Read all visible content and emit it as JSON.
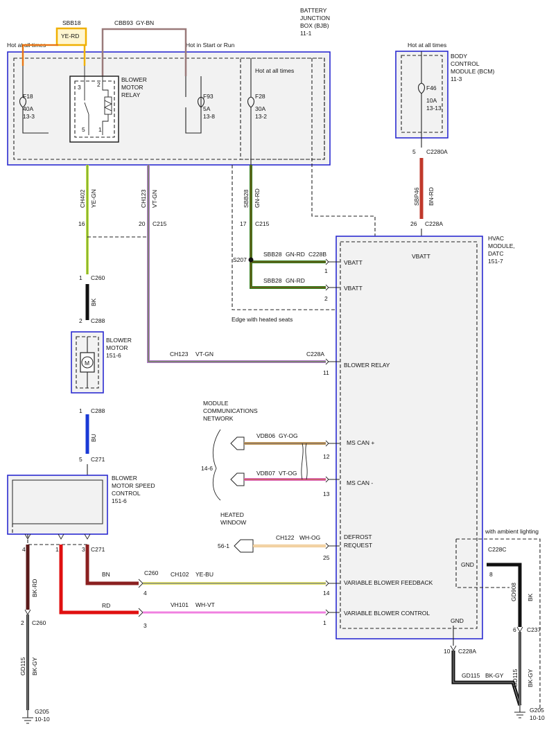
{
  "colors": {
    "box_border": "#2a2ad0",
    "box_fill": "#f2f2f2",
    "wire_ye_gn": "#c8e04a",
    "wire_vt_gn": "#b07ac8",
    "wire_gn_rd": "#2e7d1a",
    "wire_bn_rd": "#c0392b",
    "wire_bk": "#111111",
    "wire_bu": "#1a3ad6",
    "wire_gy_og": "#c8a060",
    "wire_vt_og": "#e070c0",
    "wire_wh_og": "#e8b060",
    "wire_ye_bu": "#e8e040",
    "wire_wh_vt": "#f080e0",
    "wire_bn": "#8b2020",
    "wire_rd": "#e01010",
    "wire_bk_rd": "#5a1a1a",
    "wire_bk_gy": "#333333",
    "wire_gy_bn": "#9a7a7a",
    "wire_ye_rd": "#f0b000"
  },
  "bjb": {
    "title": "BATTERY JUNCTION BOX (BJB)",
    "title_l1": "BATTERY",
    "title_l2": "JUNCTION",
    "title_l3": "BOX (BJB)",
    "ref": "11-1",
    "hot_all_times": "Hot at all times",
    "hot_start_run": "Hot in Start or Run",
    "hot_all_times_2": "Hot at all times",
    "sbb18": "SBB18",
    "ye_rd": "YE-RD",
    "cbb93": "CBB93",
    "gy_bn": "GY-BN",
    "f18": "F18",
    "f18_amp": "40A",
    "f18_ref": "13-3",
    "f93": "F93",
    "f93_amp": "5A",
    "f93_ref": "13-8",
    "f28": "F28",
    "f28_amp": "30A",
    "f28_ref": "13-2",
    "relay_l1": "BLOWER",
    "relay_l2": "MOTOR",
    "relay_l3": "RELAY",
    "pin3": "3",
    "pin2": "2",
    "pin5": "5",
    "pin1": "1"
  },
  "bcm": {
    "hot": "Hot at all times",
    "l1": "BODY",
    "l2": "CONTROL",
    "l3": "MODULE (BCM)",
    "ref": "11-3",
    "fuse": "F46",
    "amp": "10A",
    "fuse_ref": "13-13",
    "pin": "5",
    "conn": "C2280A",
    "wire": "SBP46",
    "wire_color": "BN-RD",
    "pin26": "26",
    "c228a": "C228A"
  },
  "wires": {
    "ch402": "CH402",
    "ye_gn": "YE-GN",
    "ch123": "CH123",
    "vt_gn": "VT-GN",
    "sbb28": "SBB28",
    "gn_rd": "GN-RD",
    "pin16": "16",
    "pin20": "20",
    "c215a": "C215",
    "pin17": "17",
    "c215b": "C215",
    "s207": "S207",
    "sbb28_a": "SBB28",
    "gn_rd_a": "GN-RD",
    "c228b": "C228B",
    "sbb28_b": "SBB28",
    "gn_rd_b": "GN-RD",
    "edge": "Edge with heated seats",
    "p1": "1",
    "p2": "2",
    "pin1_c260": "1",
    "c260": "C260",
    "bk": "BK",
    "pin2_c288": "2",
    "c288": "C288",
    "ch123_h": "CH123",
    "vt_gn_h": "VT-GN",
    "c228a_h": "C228A",
    "p11": "11",
    "pin1_c288b": "1",
    "c288b": "C288",
    "bu": "BU",
    "pin5_c271": "5",
    "c271": "C271"
  },
  "blower_motor": {
    "l1": "BLOWER",
    "l2": "MOTOR",
    "ref": "151-6",
    "symbol": "M"
  },
  "mcn": {
    "l1": "MODULE",
    "l2": "COMMUNICATIONS",
    "l3": "NETWORK",
    "ref": "14-6",
    "vdb06": "VDB06",
    "gy_og": "GY-OG",
    "vdb07": "VDB07",
    "vt_og": "VT-OG",
    "p12": "12",
    "p13": "13"
  },
  "speed_control": {
    "l1": "BLOWER",
    "l2": "MOTOR SPEED",
    "l3": "CONTROL",
    "ref": "151-6"
  },
  "heated_window": {
    "l1": "HEATED",
    "l2": "WINDOW",
    "ref": "56-1",
    "ch122": "CH122",
    "wh_og": "WH-OG",
    "p25": "25"
  },
  "hvac": {
    "l1": "HVAC",
    "l2": "MODULE,",
    "l3": "DATC",
    "ref": "151-7",
    "vbatt_top": "VBATT",
    "vbatt1": "VBATT",
    "vbatt2": "VBATT",
    "blower_relay": "BLOWER RELAY",
    "ms_can_p": "MS CAN +",
    "ms_can_m": "MS CAN -",
    "defrost1": "DEFROST",
    "defrost2": "REQUEST",
    "vbf": "VARIABLE BLOWER FEEDBACK",
    "vbc": "VARIABLE BLOWER CONTROL",
    "gnd": "GND"
  },
  "lower": {
    "p4": "4",
    "p1": "1",
    "p3": "3",
    "c271": "C271",
    "bk_rd": "BK-RD",
    "bn": "BN",
    "c260": "C260",
    "ch102": "CH102",
    "ye_bu": "YE-BU",
    "p4b": "4",
    "p14": "14",
    "rd": "RD",
    "vh101": "VH101",
    "wh_vt": "WH-VT",
    "p3b": "3",
    "p1b": "1",
    "p2": "2",
    "c260b": "C260",
    "gd115": "GD115",
    "bk_gy": "BK-GY",
    "g205": "G205",
    "g205_ref": "10-10",
    "p10": "10",
    "c228a": "C228A",
    "gd115b": "GD115",
    "bk_gy_b": "BK-GY",
    "ambient": "with ambient lighting",
    "gnd": "GND",
    "c228c": "C228C",
    "p8": "8",
    "gd908": "GD908",
    "bk": "BK",
    "p6": "6",
    "c237": "C237",
    "gd115c": "GD115",
    "bk_gy_c": "BK-GY",
    "g205b": "G205",
    "g205b_ref": "10-10"
  }
}
